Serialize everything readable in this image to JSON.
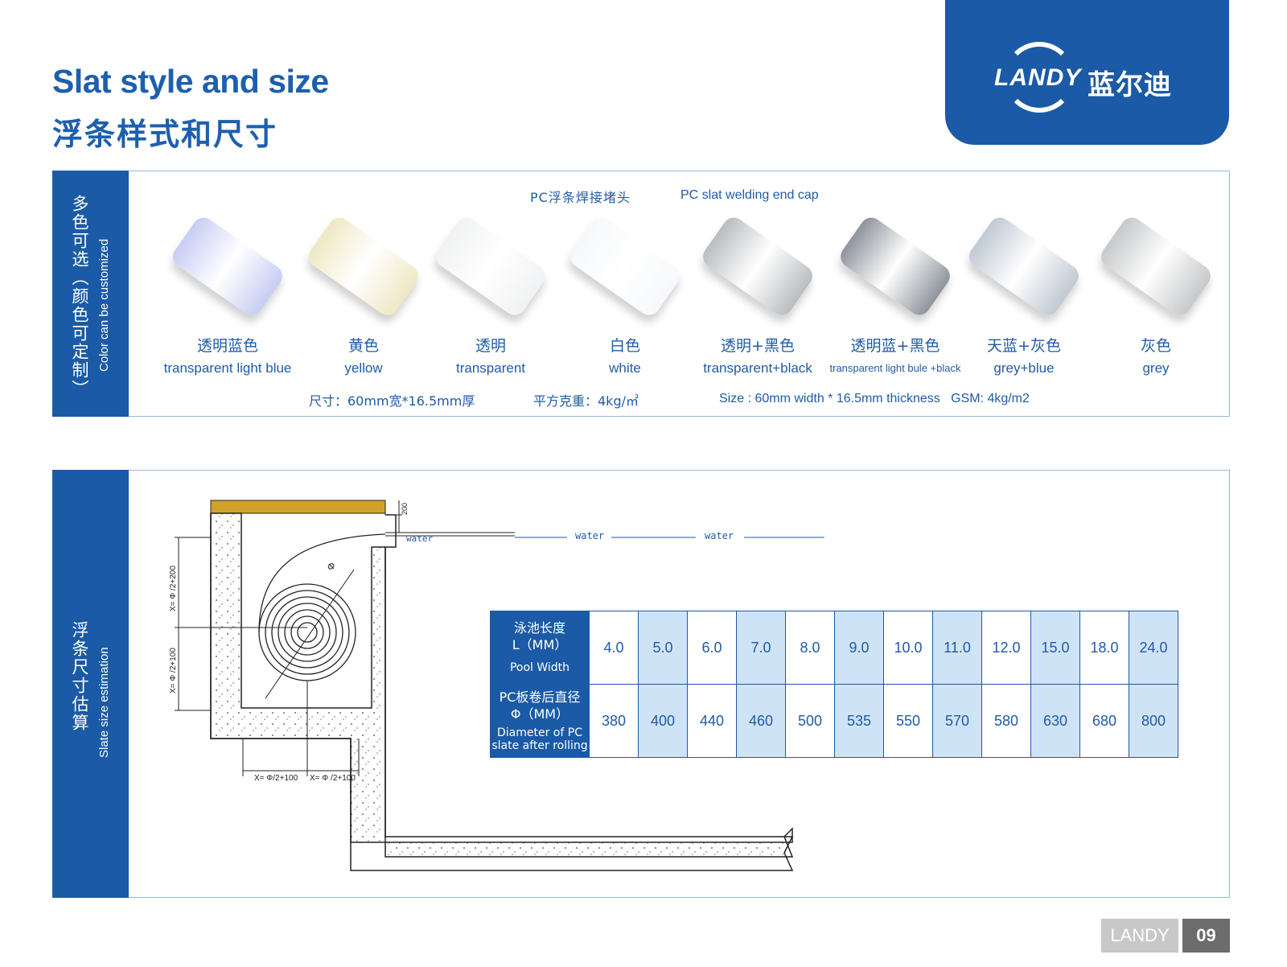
{
  "header": {
    "title_en": "Slat style and size",
    "title_cn": "浮条样式和尺寸",
    "logo_text": "LANDY",
    "logo_cn": "蓝尔迪"
  },
  "colors_section": {
    "side_cn": "多色可选（颜色可定制）",
    "side_en": "Color can be customized",
    "cap_cn": "PC浮条焊接堵头",
    "cap_en": "PC slat welding end cap",
    "slats": [
      {
        "cn": "透明蓝色",
        "en": "transparent light blue",
        "color": "#c7cdf3"
      },
      {
        "cn": "黄色",
        "en": "yellow",
        "color": "#efe8c4"
      },
      {
        "cn": "透明",
        "en": "transparent",
        "color": "#f1f2f3"
      },
      {
        "cn": "白色",
        "en": "white",
        "color": "#f6f8fb"
      },
      {
        "cn": "透明+黑色",
        "en": "transparent+black",
        "color": "#b9bdc0"
      },
      {
        "cn": "透明蓝+黑色",
        "en": "transparent light bule +black",
        "color": "#8e939c"
      },
      {
        "cn": "天蓝+灰色",
        "en": "grey+blue",
        "color": "#c0c9d3"
      },
      {
        "cn": "灰色",
        "en": "grey",
        "color": "#c6c8ca"
      }
    ],
    "spec_size_cn": "尺寸：60mm宽*16.5mm厚",
    "spec_gsm_cn": "平方克重：4kg/㎡",
    "spec_en": "Size : 60mm width * 16.5mm thickness   GSM: 4kg/m2"
  },
  "size_section": {
    "side_cn": "浮条尺寸估算",
    "side_en": "Slate size estimation",
    "diagram": {
      "water1": "water",
      "water2": "water",
      "water3": "water",
      "dim_200": "200",
      "dim_phi": "Φ",
      "dim_left_top": "X= Φ /2+200",
      "dim_left_bottom": "X= Φ /2+100",
      "dim_bottom_1": "X= Φ/2+100",
      "dim_bottom_2": "X= Φ /2+100"
    },
    "table": {
      "row1_head_cn": "泳池长度",
      "row1_head_unit": "L（MM）",
      "row1_head_en": "Pool Width",
      "row2_head_cn": "PC板卷后直径",
      "row2_head_unit": "Φ（MM）",
      "row2_head_en1": "Diameter of PC",
      "row2_head_en2": "slate after rolling",
      "widths": [
        "4.0",
        "5.0",
        "6.0",
        "7.0",
        "8.0",
        "9.0",
        "10.0",
        "11.0",
        "12.0",
        "15.0",
        "18.0",
        "24.0"
      ],
      "diameters": [
        "380",
        "400",
        "440",
        "460",
        "500",
        "535",
        "550",
        "570",
        "580",
        "630",
        "680",
        "800"
      ]
    }
  },
  "footer": {
    "brand": "LANDY",
    "page": "09"
  }
}
